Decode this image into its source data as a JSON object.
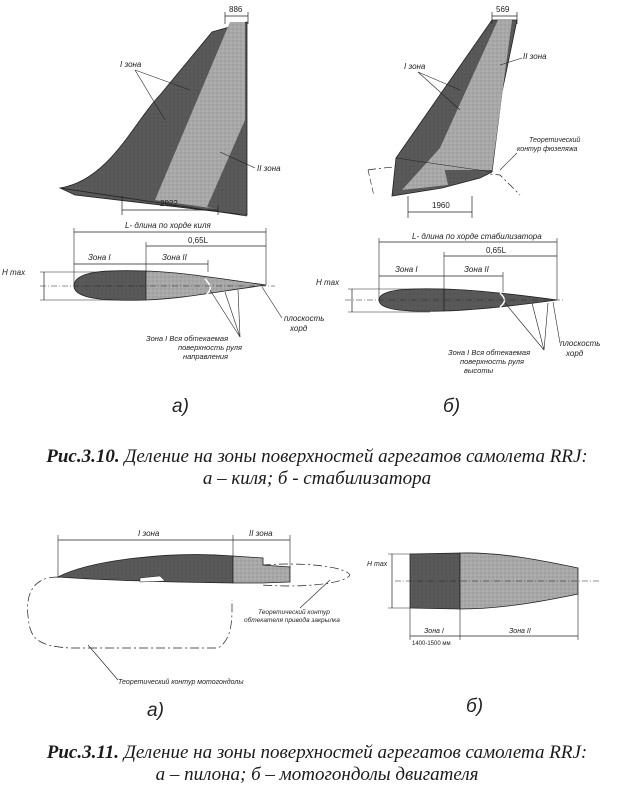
{
  "fig310": {
    "a": {
      "dim_top": "886",
      "zone1": "I зона",
      "zone2": "II зона",
      "dim_bottom": "2922",
      "chord_length": "L- длина по хорде киля",
      "zone1_short": "Зона I",
      "zone2_short": "Зона II",
      "frac": "0,65L",
      "hmax": "H max",
      "plane_line1": "плоскость",
      "plane_line2": "хорд",
      "note_line1": "Зона I  Вся обтекаемая",
      "note_line2": "поверхность руля",
      "note_line3": "направления",
      "sublabel": "а)"
    },
    "b": {
      "dim_top": "569",
      "zone1": "I зона",
      "zone2": "II зона",
      "fus_line1": "Теоретический",
      "fus_line2": "контур фюзеляжа",
      "dim_bottom": "1960",
      "chord_length": "L- длина по хорде стабилизатора",
      "zone1_short": "Зона I",
      "zone2_short": "Зона II",
      "frac": "0,65L",
      "hmax": "H max",
      "plane_line1": "плоскость",
      "plane_line2": "хорд",
      "note_line1": "Зона I  Вся обтекаемая",
      "note_line2": "поверхность руля",
      "note_line3": "высоты",
      "sublabel": "б)"
    },
    "caption_num": "Рис.3.10.",
    "caption_text1": " Деление на зоны поверхностей агрегатов самолета RRJ:",
    "caption_text2": "а – киля; б - стабилизатора"
  },
  "fig311": {
    "a": {
      "zone1": "I зона",
      "zone2": "II зона",
      "cowl_line1": "Теоретический контур",
      "cowl_line2": "обтекателя привода закрылка",
      "nacelle": "Теоретический контур мотогондолы",
      "sublabel": "а)"
    },
    "b": {
      "hmax": "H max",
      "zone1": "Зона I",
      "zone2": "Зона II",
      "dim": "1400-1500 мм",
      "sublabel": "б)"
    },
    "caption_num": "Рис.3.11.",
    "caption_text1": " Деление на зоны поверхностей агрегатов самолета RRJ:",
    "caption_text2": "а – пилона; б – мотогондолы двигателя"
  },
  "colors": {
    "zone1_fill": "#5c5c5c",
    "zone2_fill": "#a9a9a9",
    "line": "#222222"
  }
}
